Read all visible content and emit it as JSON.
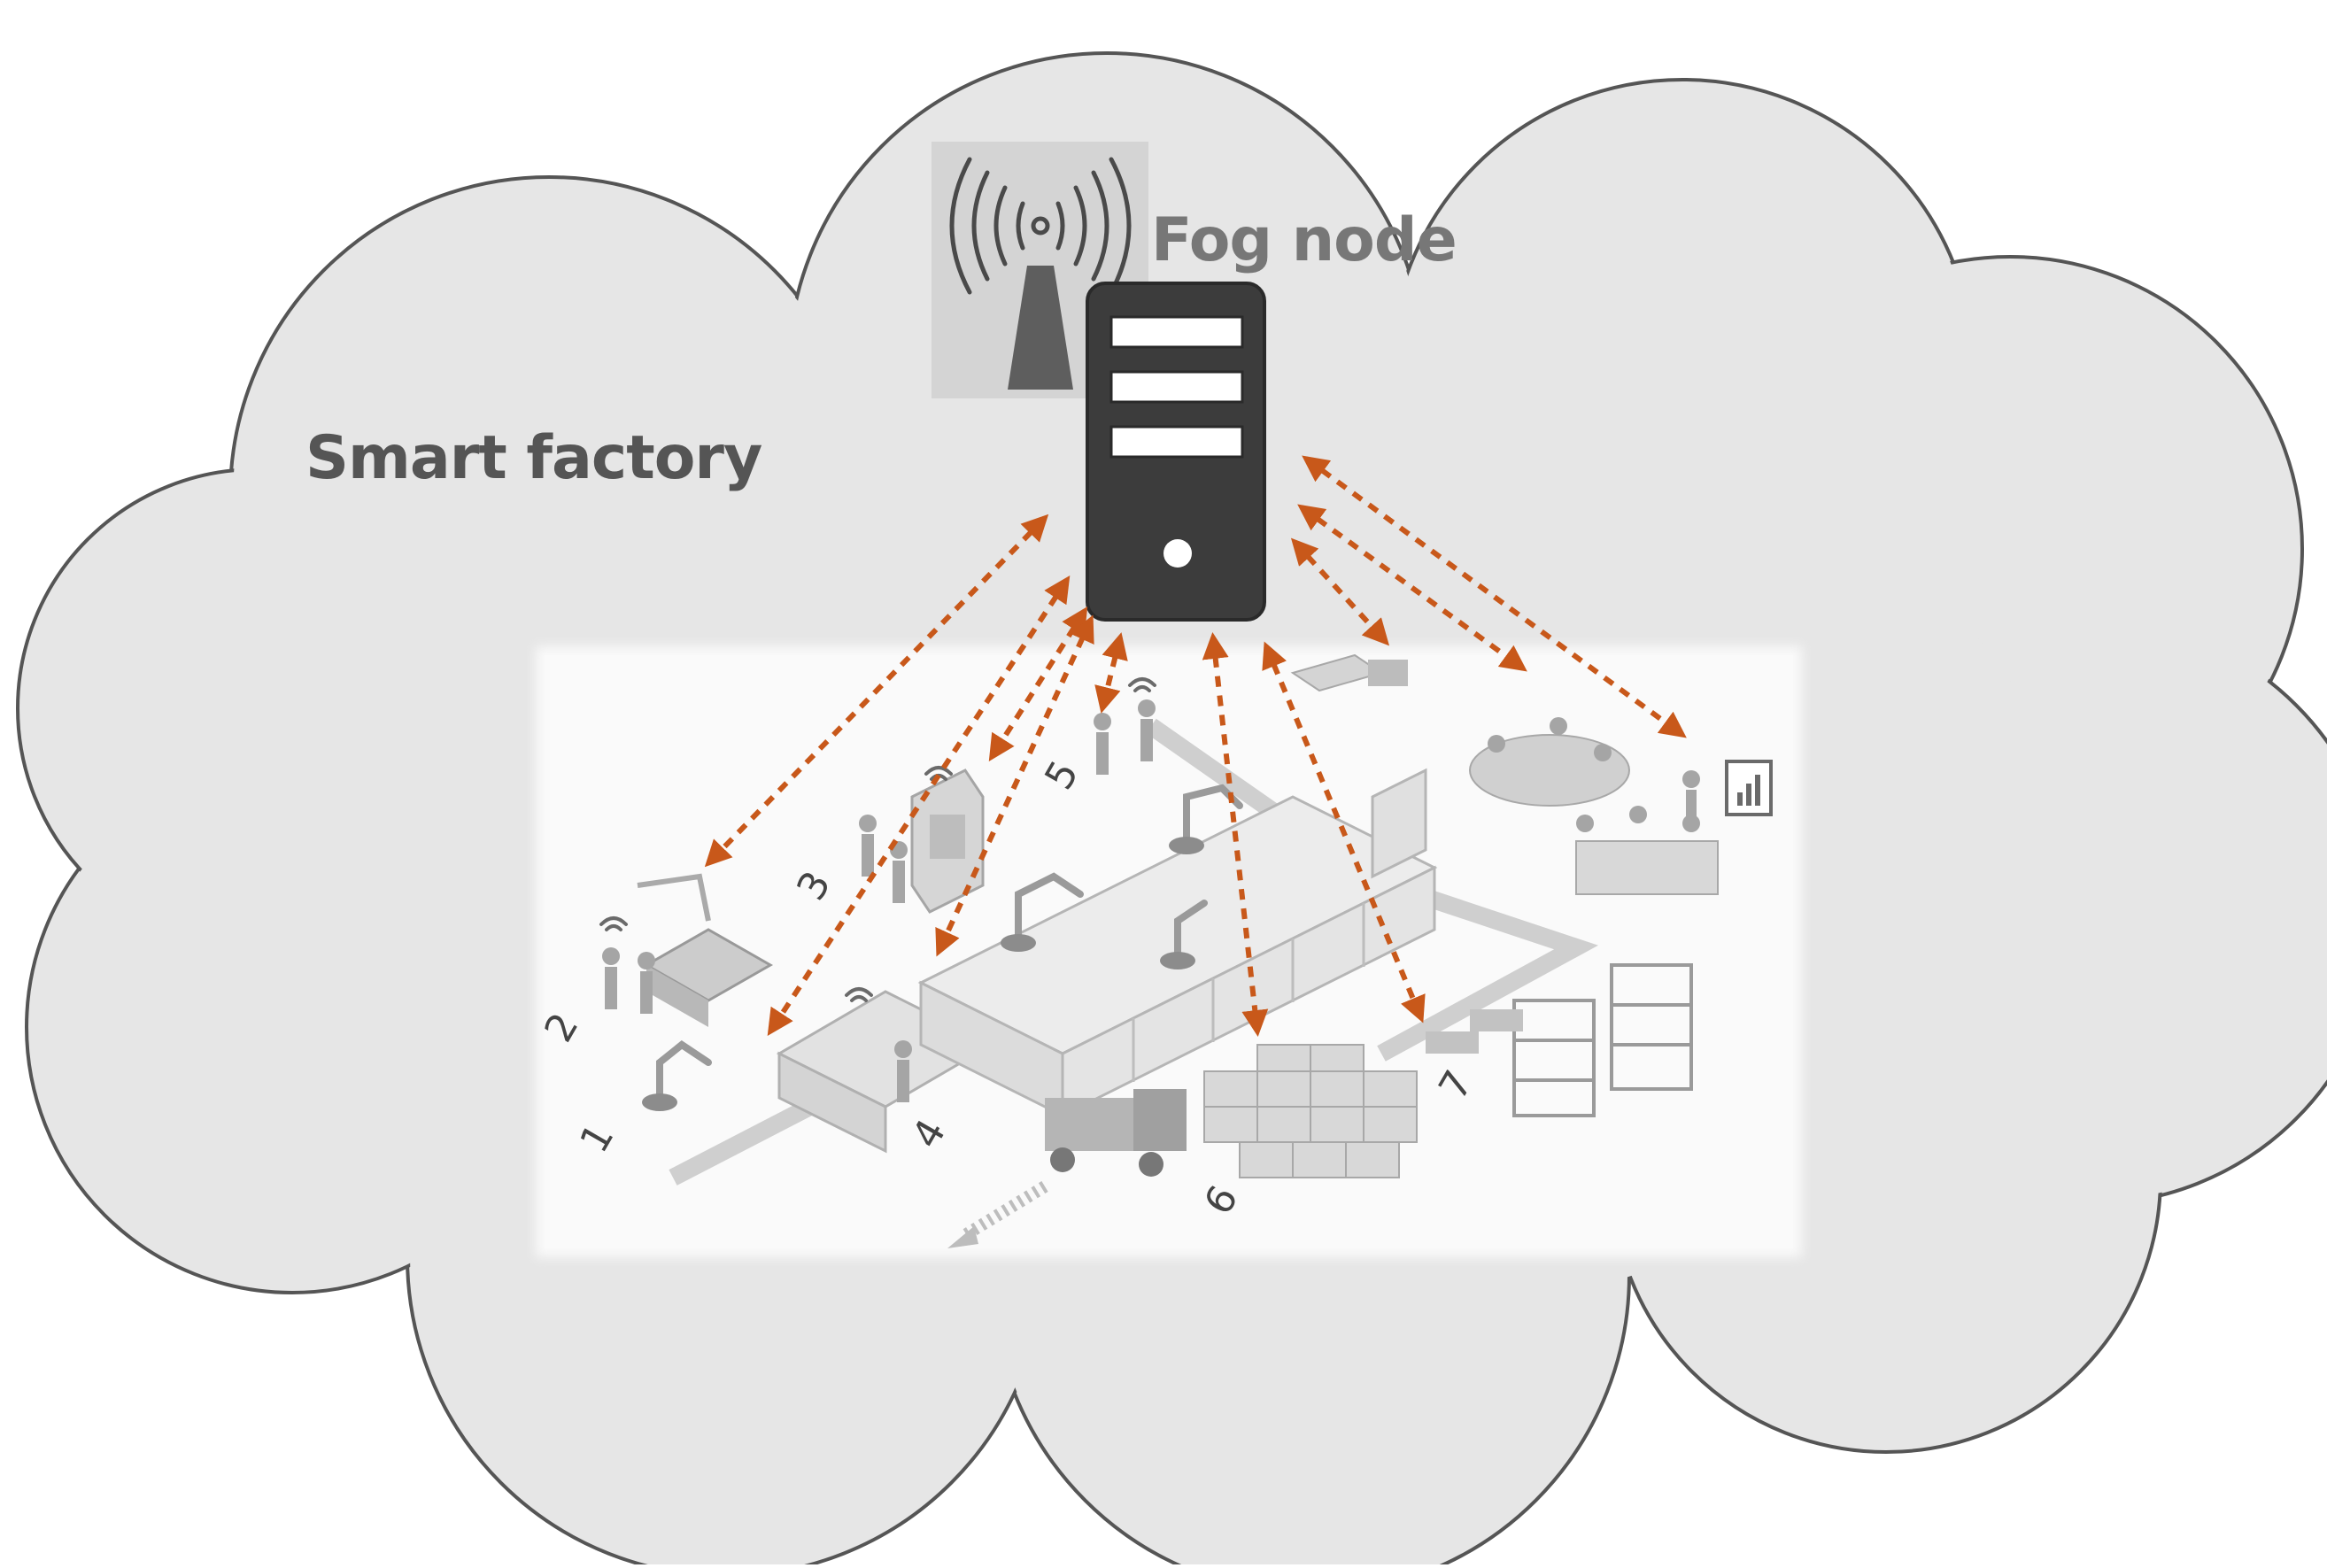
{
  "labels": {
    "smart_factory": "Smart factory",
    "fog_node": "Fog node"
  },
  "zones": [
    "1",
    "2",
    "3",
    "4",
    "5",
    "6",
    "7"
  ],
  "colors": {
    "cloud_fill": "#e6e6e6",
    "cloud_stroke": "#555555",
    "server": "#3c3c3c",
    "arrow": "#c8581a",
    "panel": "#f9f9f9"
  },
  "icons": [
    "wireless-antenna-icon",
    "server-icon",
    "robot-arm-icon",
    "worker-icon",
    "forklift-icon",
    "warehouse-rack-icon",
    "meeting-table-icon",
    "dashboard-monitor-icon"
  ]
}
